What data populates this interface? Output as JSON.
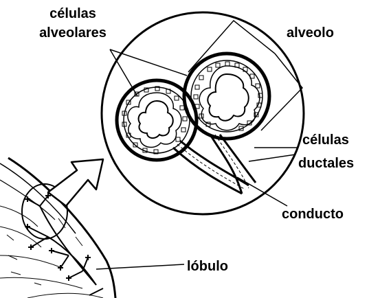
{
  "labels": {
    "alveolar_cells_line1": "células",
    "alveolar_cells_line2": "alveolares",
    "alveolus": "alveolo",
    "ductal_cells_line1": "células",
    "ductal_cells_line2": "ductales",
    "duct": "conducto",
    "lobule": "lóbulo"
  },
  "colors": {
    "ink": "#000000",
    "background": "#ffffff"
  }
}
